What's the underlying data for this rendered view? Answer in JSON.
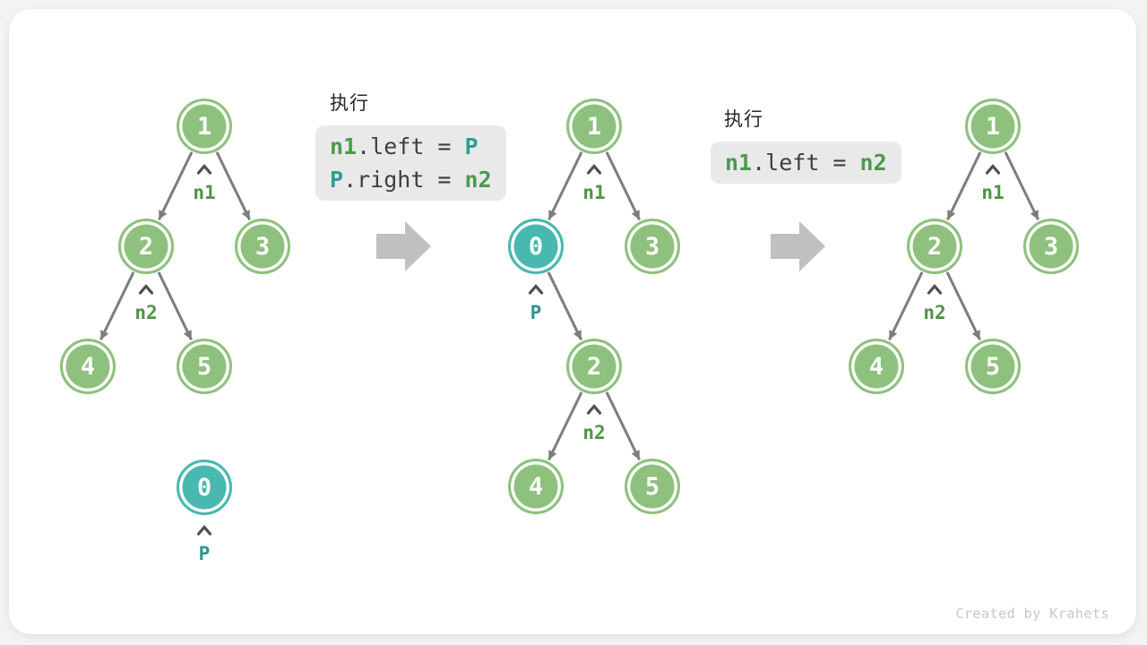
{
  "canvas": {
    "footer_credit": "Created by Krahets"
  },
  "colors": {
    "node_green": "#8ec17d",
    "node_teal": "#48b8b0",
    "pointer_label_green": "#4e9444",
    "pointer_label_teal": "#2b968e",
    "code_green": "#4c9a4c",
    "code_teal": "#2f9c95",
    "code_text": "#3b4043",
    "code_background": "#e9e9e9",
    "edge_gray": "#7d7d7d",
    "step_arrow_gray": "#c0c0c0"
  },
  "exec_blocks": [
    {
      "title": "执行",
      "lines": [
        [
          {
            "text": "n1",
            "tone": "green"
          },
          {
            "text": ".left",
            "tone": "plain"
          },
          {
            "text": " = ",
            "tone": "plain"
          },
          {
            "text": "P",
            "tone": "teal"
          }
        ],
        [
          {
            "text": "P",
            "tone": "teal"
          },
          {
            "text": ".right",
            "tone": "plain"
          },
          {
            "text": " = ",
            "tone": "plain"
          },
          {
            "text": "n2",
            "tone": "green"
          }
        ]
      ]
    },
    {
      "title": "执行",
      "lines": [
        [
          {
            "text": "n1",
            "tone": "green"
          },
          {
            "text": ".left",
            "tone": "plain"
          },
          {
            "text": " = ",
            "tone": "plain"
          },
          {
            "text": "n2",
            "tone": "green"
          }
        ]
      ]
    }
  ],
  "trees": [
    {
      "name": "before-insertion",
      "nodes": [
        {
          "id": "1",
          "value": "1",
          "variant": "green"
        },
        {
          "id": "2",
          "value": "2",
          "variant": "green"
        },
        {
          "id": "3",
          "value": "3",
          "variant": "green"
        },
        {
          "id": "4",
          "value": "4",
          "variant": "green"
        },
        {
          "id": "5",
          "value": "5",
          "variant": "green"
        },
        {
          "id": "0",
          "value": "0",
          "variant": "teal"
        }
      ],
      "edges": [
        [
          "1",
          "2"
        ],
        [
          "1",
          "3"
        ],
        [
          "2",
          "4"
        ],
        [
          "2",
          "5"
        ]
      ],
      "pointers": [
        {
          "node": "1",
          "label": "n1",
          "variant": "green"
        },
        {
          "node": "2",
          "label": "n2",
          "variant": "green"
        },
        {
          "node": "0",
          "label": "P",
          "variant": "teal"
        }
      ]
    },
    {
      "name": "after-inserting-p",
      "nodes": [
        {
          "id": "1",
          "value": "1",
          "variant": "green"
        },
        {
          "id": "0",
          "value": "0",
          "variant": "teal"
        },
        {
          "id": "3",
          "value": "3",
          "variant": "green"
        },
        {
          "id": "2",
          "value": "2",
          "variant": "green"
        },
        {
          "id": "4",
          "value": "4",
          "variant": "green"
        },
        {
          "id": "5",
          "value": "5",
          "variant": "green"
        }
      ],
      "edges": [
        [
          "1",
          "0"
        ],
        [
          "1",
          "3"
        ],
        [
          "0",
          "2"
        ],
        [
          "2",
          "4"
        ],
        [
          "2",
          "5"
        ]
      ],
      "pointers": [
        {
          "node": "1",
          "label": "n1",
          "variant": "green"
        },
        {
          "node": "0",
          "label": "P",
          "variant": "teal"
        },
        {
          "node": "2",
          "label": "n2",
          "variant": "green"
        }
      ]
    },
    {
      "name": "after-removing-p",
      "nodes": [
        {
          "id": "1",
          "value": "1",
          "variant": "green"
        },
        {
          "id": "2",
          "value": "2",
          "variant": "green"
        },
        {
          "id": "3",
          "value": "3",
          "variant": "green"
        },
        {
          "id": "4",
          "value": "4",
          "variant": "green"
        },
        {
          "id": "5",
          "value": "5",
          "variant": "green"
        }
      ],
      "edges": [
        [
          "1",
          "2"
        ],
        [
          "1",
          "3"
        ],
        [
          "2",
          "4"
        ],
        [
          "2",
          "5"
        ]
      ],
      "pointers": [
        {
          "node": "1",
          "label": "n1",
          "variant": "green"
        },
        {
          "node": "2",
          "label": "n2",
          "variant": "green"
        }
      ]
    }
  ]
}
